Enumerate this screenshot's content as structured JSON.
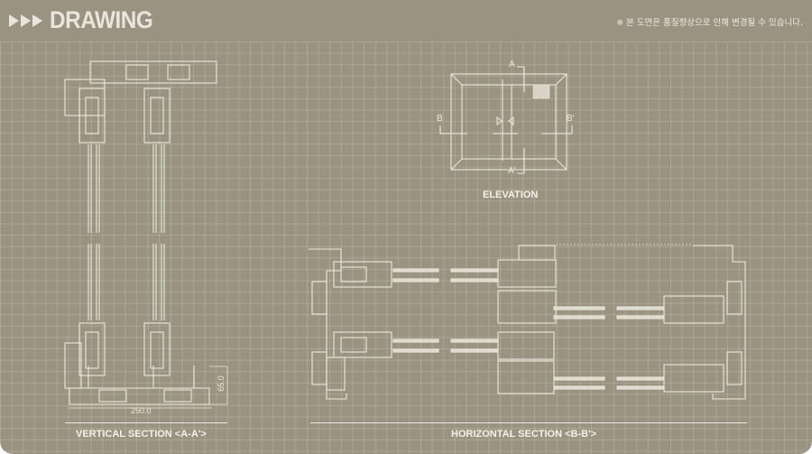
{
  "header": {
    "title": "DRAWING",
    "icon": "triple-arrow-icon",
    "note": "※ 본 도면은 품질향상으로 인해 변경될 수 있습니다."
  },
  "elevation": {
    "label": "ELEVATION",
    "markers": {
      "a": "A",
      "a_prime": "A'",
      "b": "B",
      "b_prime": "B'"
    }
  },
  "vertical_section": {
    "label": "VERTICAL SECTION <A-A'>",
    "width_dim": "250.0",
    "height_dim": "65.0"
  },
  "horizontal_section": {
    "label": "HORIZONTAL SECTION <B-B'>"
  },
  "colors": {
    "background": "#9a9381",
    "line": "#ece8dc"
  }
}
